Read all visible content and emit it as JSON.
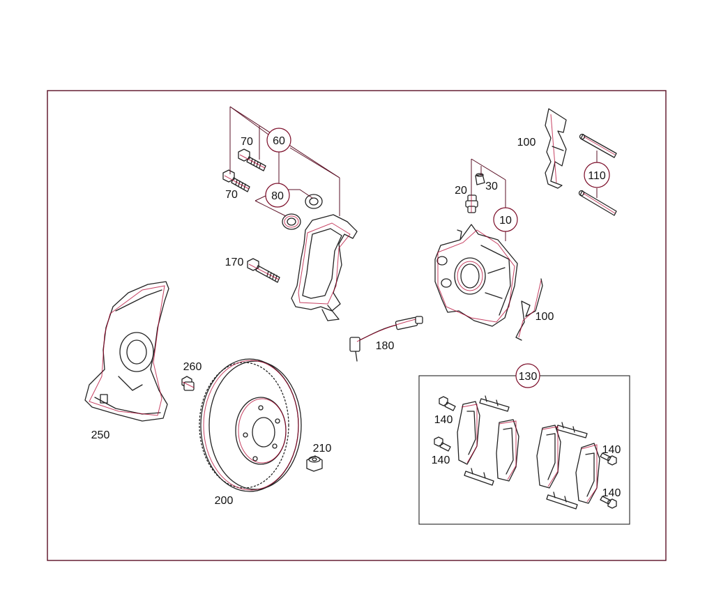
{
  "colors": {
    "frame": "#5a0f24",
    "outline": "#222222",
    "highlight": "#b3002d",
    "text": "#111111"
  },
  "callouts": {
    "c60": "60",
    "c70a": "70",
    "c70b": "70",
    "c80": "80",
    "c170": "170",
    "c20": "20",
    "c30": "30",
    "c10": "10",
    "c100a": "100",
    "c110": "110",
    "c100b": "100",
    "c180": "180",
    "c250": "250",
    "c260": "260",
    "c200": "200",
    "c210": "210",
    "c130": "130",
    "c140a": "140",
    "c140b": "140",
    "c140c": "140",
    "c140d": "140"
  }
}
